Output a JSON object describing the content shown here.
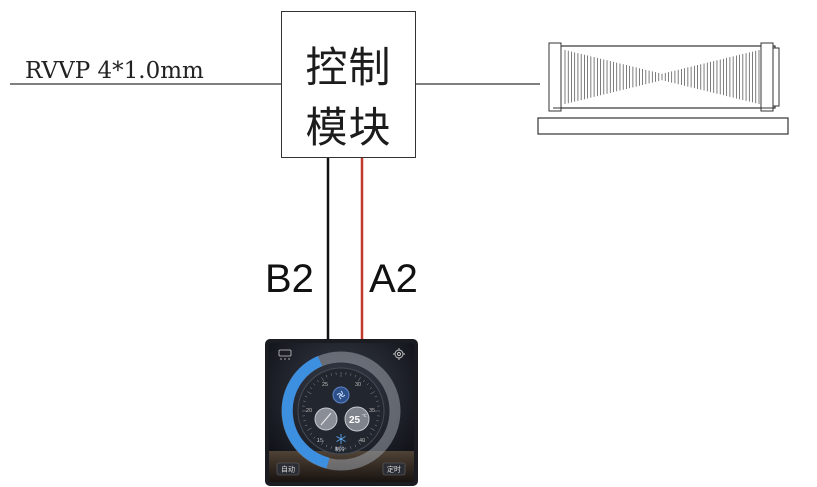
{
  "cable": {
    "label": "RVVP 4*1.0mm"
  },
  "module": {
    "line1": "控制",
    "line2": "模块"
  },
  "wires": {
    "b2": "B2",
    "a2": "A2",
    "b2_color": "#111111",
    "a2_color": "#c0392b"
  },
  "panel": {
    "temp": "25",
    "temp_unit": "℃",
    "mode": "制冷",
    "left_button": "自动",
    "right_button": "定时",
    "dial_ticks": [
      "15",
      "20",
      "25",
      "30",
      "35",
      "40"
    ],
    "icons": [
      "ac-unit-icon",
      "settings-gear-icon",
      "fan-icon",
      "snowflake-icon"
    ],
    "accent_color": "#3d8fe0"
  },
  "unit": {
    "icon": "fan-coil-unit"
  }
}
